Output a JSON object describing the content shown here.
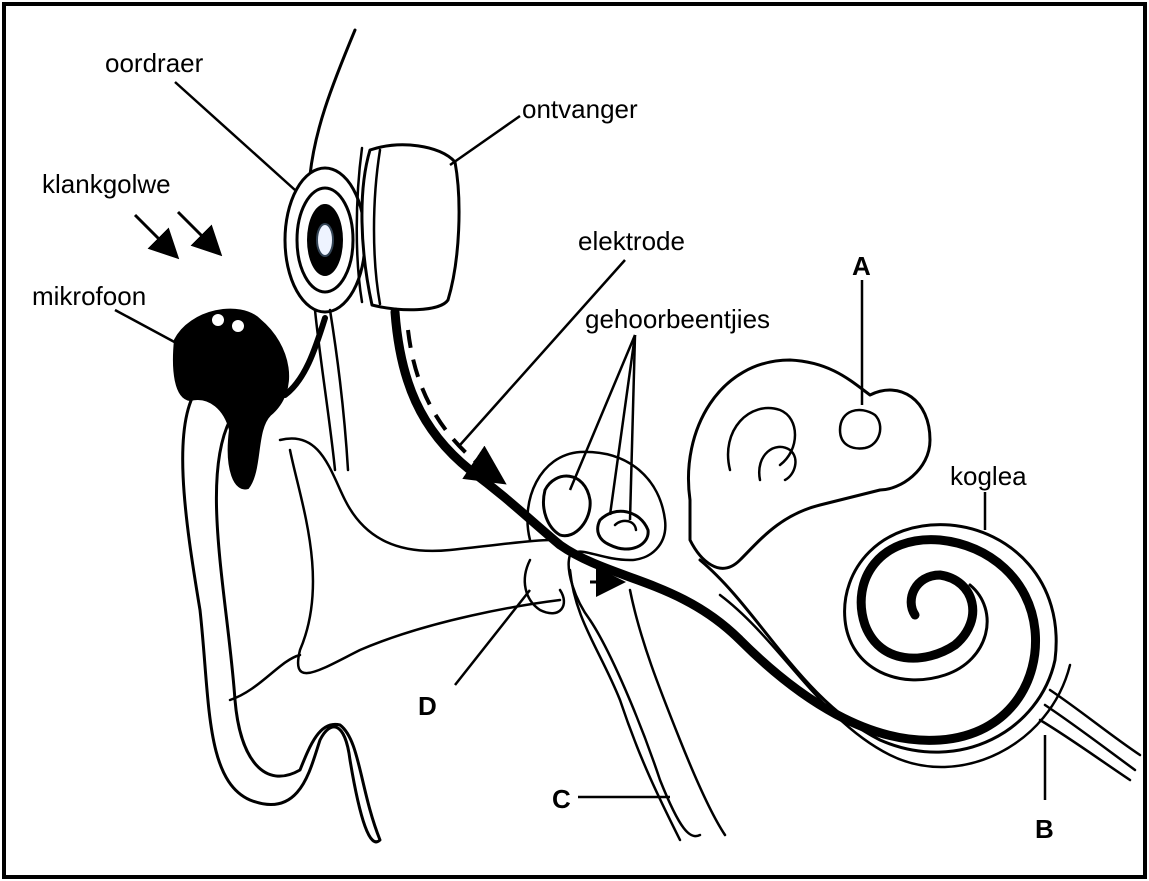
{
  "labels": {
    "oordraer": "oordraer",
    "ontvanger": "ontvanger",
    "klankgolwe": "klankgolwe",
    "mikrofoon": "mikrofoon",
    "elektrode": "elektrode",
    "gehoorbeentjies": "gehoorbeentjies",
    "koglea": "koglea",
    "A": "A",
    "B": "B",
    "C": "C",
    "D": "D"
  }
}
